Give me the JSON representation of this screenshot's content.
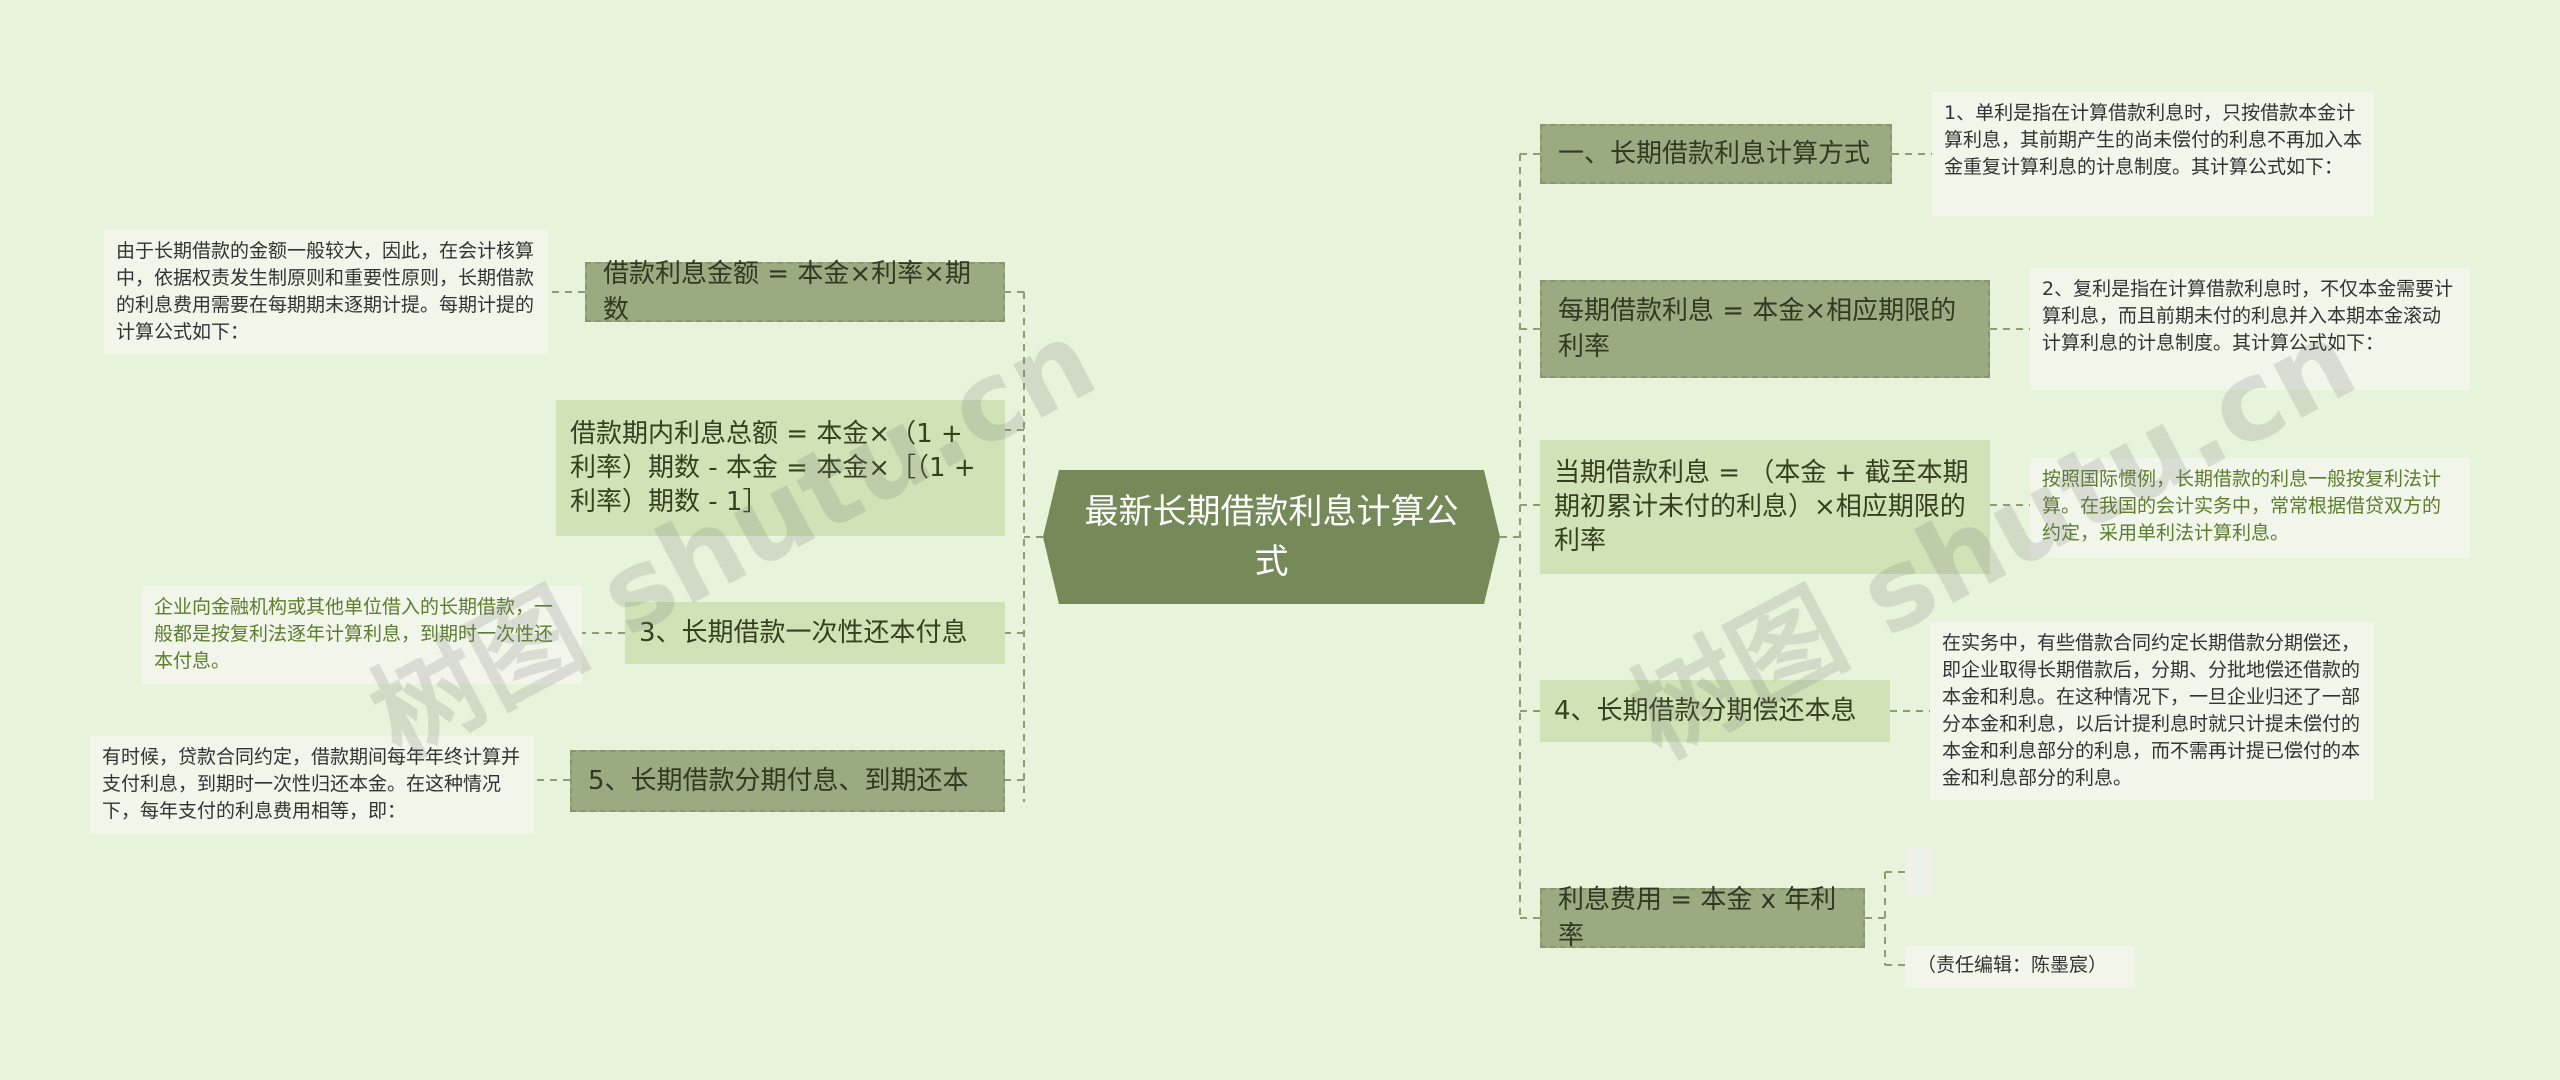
{
  "center": {
    "title": "最新长期借款利息计算公式"
  },
  "left": {
    "b1": {
      "label": "借款利息金额 = 本金×利率×期数",
      "note": "由于长期借款的金额一般较大，因此，在会计核算中，依据权责发生制原则和重要性原则，长期借款的利息费用需要在每期期末逐期计提。每期计提的计算公式如下："
    },
    "b2": {
      "label": "借款期内利息总额 = 本金×（1 + 利率）期数 - 本金 = 本金×［（1 + 利率）期数 - 1］"
    },
    "b3": {
      "label": "3、长期借款一次性还本付息",
      "note": "企业向金融机构或其他单位借入的长期借款，一般都是按复利法逐年计算利息，到期时一次性还本付息。"
    },
    "b4": {
      "label": "5、长期借款分期付息、到期还本",
      "note": "有时候，贷款合同约定，借款期间每年年终计算并支付利息，到期时一次性归还本金。在这种情况下，每年支付的利息费用相等，即："
    }
  },
  "right": {
    "b1": {
      "label": "一、长期借款利息计算方式",
      "note": "1、单利是指在计算借款利息时，只按借款本金计算利息，其前期产生的尚未偿付的利息不再加入本金重复计算利息的计息制度。其计算公式如下："
    },
    "b2": {
      "label": "每期借款利息 = 本金×相应期限的利率",
      "note": "2、复利是指在计算借款利息时，不仅本金需要计算利息，而且前期未付的利息并入本期本金滚动计算利息的计息制度。其计算公式如下："
    },
    "b3": {
      "label": "当期借款利息 = （本金 + 截至本期期初累计未付的利息）×相应期限的利率",
      "note": "按照国际惯例，长期借款的利息一般按复利法计算。在我国的会计实务中，常常根据借贷双方的约定，采用单利法计算利息。"
    },
    "b4": {
      "label": "4、长期借款分期偿还本息",
      "note": "在实务中，有些借款合同约定长期借款分期偿还，即企业取得长期借款后，分期、分批地偿还借款的本金和利息。在这种情况下，一旦企业归还了一部分本金和利息，以后计提利息时就只计提未偿付的本金和利息部分的利息，而不需再计提已偿付的本金和利息部分的利息。"
    },
    "b5": {
      "label": "利息费用 = 本金 x 年利率",
      "note": "（责任编辑：陈墨宸）"
    }
  },
  "watermark": {
    "text": "树图 shutu.cn"
  },
  "colors": {
    "background": "#e7f3da",
    "center": "#758a58",
    "dark_branch": "#9bab81",
    "light_branch": "#cfe3b6",
    "connector": "#8c9c74"
  }
}
